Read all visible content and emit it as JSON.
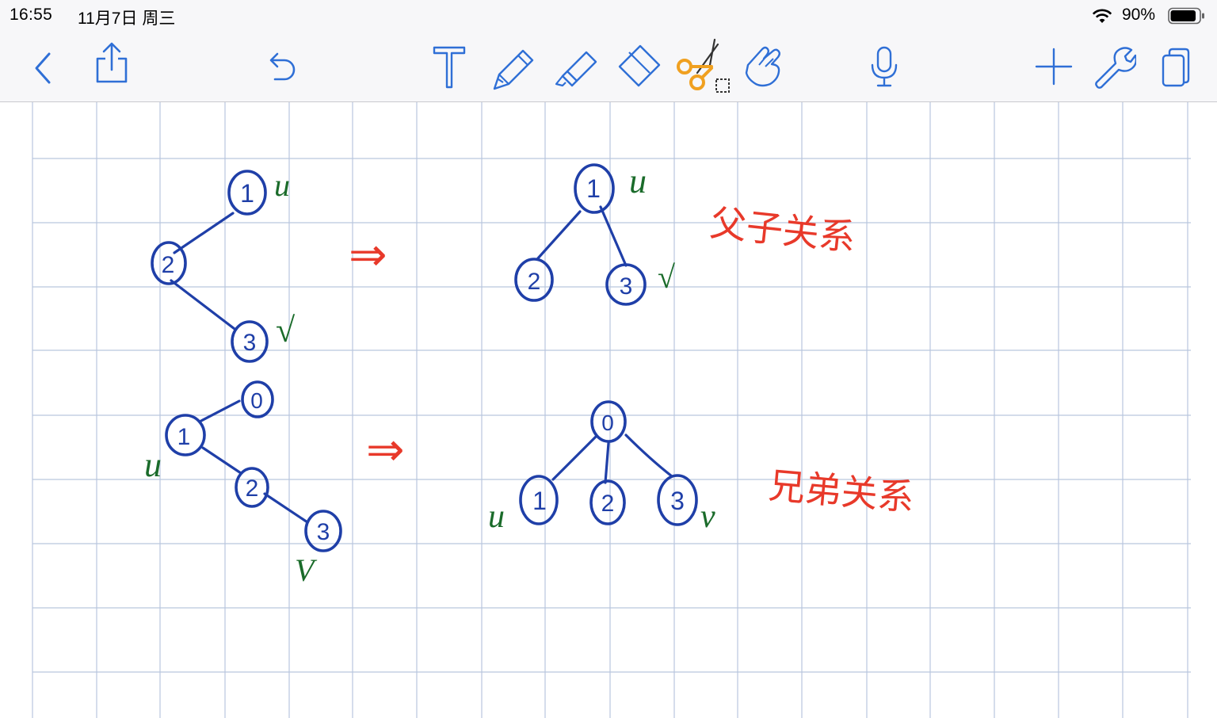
{
  "status_bar": {
    "time": "16:55",
    "date": "11月7日 周三",
    "battery_percent": "90%",
    "battery_level": 0.9,
    "icons": [
      "wifi-icon",
      "battery-icon"
    ]
  },
  "toolbar": {
    "accent_color": "#2f6fd6",
    "scissors_color": "#f0a020",
    "buttons": [
      {
        "name": "back-button",
        "icon": "chevron-left-icon"
      },
      {
        "name": "share-button",
        "icon": "share-icon"
      },
      {
        "name": "undo-button",
        "icon": "undo-icon"
      },
      {
        "name": "text-tool-button",
        "icon": "text-icon"
      },
      {
        "name": "pen-tool-button",
        "icon": "pen-icon"
      },
      {
        "name": "highlighter-tool-button",
        "icon": "highlighter-icon"
      },
      {
        "name": "eraser-tool-button",
        "icon": "eraser-icon"
      },
      {
        "name": "lasso-scissors-tool-button",
        "icon": "scissors-icon",
        "selected": true
      },
      {
        "name": "pointer-hand-tool-button",
        "icon": "hand-pointer-icon"
      },
      {
        "name": "microphone-button",
        "icon": "microphone-icon"
      },
      {
        "name": "add-page-button",
        "icon": "plus-icon"
      },
      {
        "name": "settings-wrench-button",
        "icon": "wrench-icon"
      },
      {
        "name": "pages-button",
        "icon": "pages-icon"
      }
    ]
  },
  "canvas": {
    "grid_color": "#b9c6de",
    "ink_blue": "#1f3fa8",
    "ink_green": "#1a6b2a",
    "ink_red": "#e8392a",
    "handwriting": {
      "tree1": {
        "nodes": [
          "1",
          "2",
          "3"
        ],
        "u_label": "u",
        "v_label": "√"
      },
      "tree2": {
        "nodes": [
          "1",
          "2",
          "3"
        ],
        "u_label": "u",
        "v_label": "√",
        "note": "父子关系"
      },
      "tree3": {
        "nodes": [
          "0",
          "1",
          "2",
          "3"
        ],
        "u_label": "u",
        "v_label": "V"
      },
      "tree4": {
        "nodes": [
          "0",
          "1",
          "2",
          "3"
        ],
        "u_label": "u",
        "v_label": "v",
        "note": "兄弟关系"
      },
      "arrow": "⇒"
    }
  }
}
